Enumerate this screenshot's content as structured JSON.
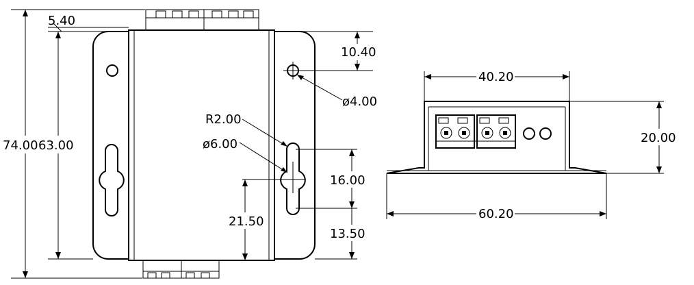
{
  "front_view": {
    "dim_total_height": "74.00",
    "dim_inner_height": "63.00",
    "dim_top_offset": "5.40",
    "dim_right_hole_offset": "10.40",
    "dim_hole_diameter": "ø4.00",
    "dim_slot_radius": "R2.00",
    "dim_slot_diameter": "ø6.00",
    "dim_slot_length": "16.00",
    "dim_slot_height": "21.50",
    "dim_slot_bottom": "13.50"
  },
  "side_view": {
    "dim_top_width": "40.20",
    "dim_height": "20.00",
    "dim_base_width": "60.20"
  }
}
